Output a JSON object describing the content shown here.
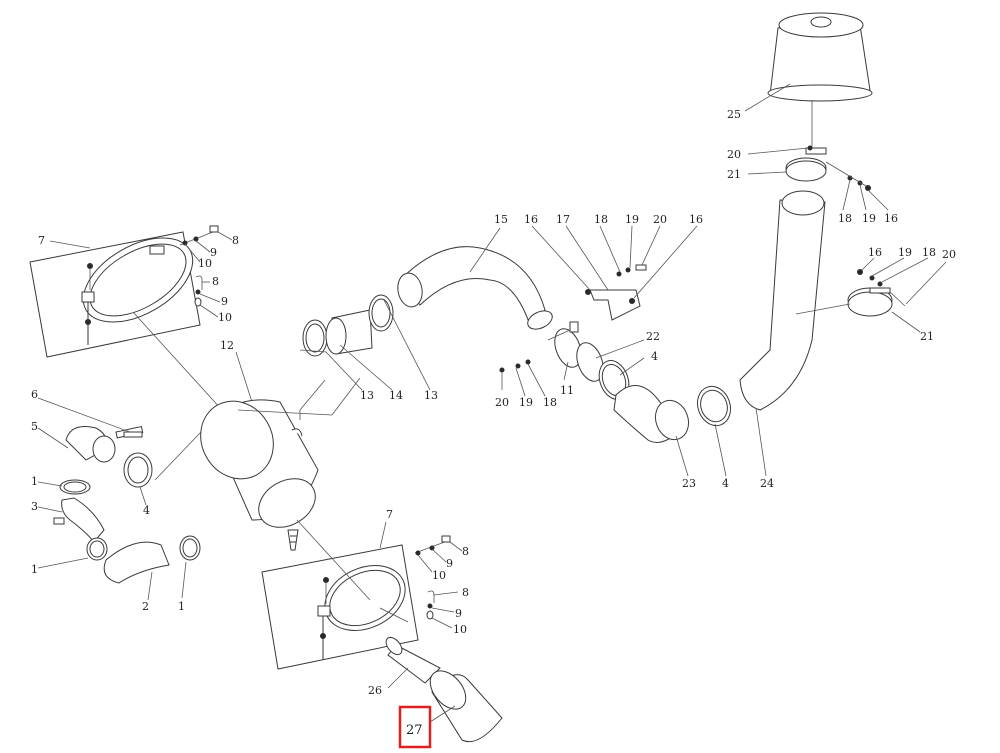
{
  "highlight": {
    "part": "27",
    "color": "#e02020"
  },
  "callouts": [
    {
      "id": "c-7a",
      "text": "7"
    },
    {
      "id": "c-8a",
      "text": "8"
    },
    {
      "id": "c-9a",
      "text": "9"
    },
    {
      "id": "c-10a",
      "text": "10"
    },
    {
      "id": "c-8b",
      "text": "8"
    },
    {
      "id": "c-9b",
      "text": "9"
    },
    {
      "id": "c-10b",
      "text": "10"
    },
    {
      "id": "c-12",
      "text": "12"
    },
    {
      "id": "c-6",
      "text": "6"
    },
    {
      "id": "c-5",
      "text": "5"
    },
    {
      "id": "c-1a",
      "text": "1"
    },
    {
      "id": "c-4a",
      "text": "4"
    },
    {
      "id": "c-3",
      "text": "3"
    },
    {
      "id": "c-1b",
      "text": "1"
    },
    {
      "id": "c-2",
      "text": "2"
    },
    {
      "id": "c-1c",
      "text": "1"
    },
    {
      "id": "c-7b",
      "text": "7"
    },
    {
      "id": "c-8c",
      "text": "8"
    },
    {
      "id": "c-9c",
      "text": "9"
    },
    {
      "id": "c-10c",
      "text": "10"
    },
    {
      "id": "c-8d",
      "text": "8"
    },
    {
      "id": "c-9d",
      "text": "9"
    },
    {
      "id": "c-10d",
      "text": "10"
    },
    {
      "id": "c-26",
      "text": "26"
    },
    {
      "id": "c-27",
      "text": "27"
    },
    {
      "id": "c-13a",
      "text": "13"
    },
    {
      "id": "c-14",
      "text": "14"
    },
    {
      "id": "c-13b",
      "text": "13"
    },
    {
      "id": "c-15",
      "text": "15"
    },
    {
      "id": "c-16a",
      "text": "16"
    },
    {
      "id": "c-17",
      "text": "17"
    },
    {
      "id": "c-18a",
      "text": "18"
    },
    {
      "id": "c-19a",
      "text": "19"
    },
    {
      "id": "c-20a",
      "text": "20"
    },
    {
      "id": "c-16b",
      "text": "16"
    },
    {
      "id": "c-22",
      "text": "22"
    },
    {
      "id": "c-4b",
      "text": "4"
    },
    {
      "id": "c-20b",
      "text": "20"
    },
    {
      "id": "c-19b",
      "text": "19"
    },
    {
      "id": "c-18b",
      "text": "18"
    },
    {
      "id": "c-11",
      "text": "11"
    },
    {
      "id": "c-23",
      "text": "23"
    },
    {
      "id": "c-4c",
      "text": "4"
    },
    {
      "id": "c-24",
      "text": "24"
    },
    {
      "id": "c-25",
      "text": "25"
    },
    {
      "id": "c-20c",
      "text": "20"
    },
    {
      "id": "c-21a",
      "text": "21"
    },
    {
      "id": "c-18c",
      "text": "18"
    },
    {
      "id": "c-19c",
      "text": "19"
    },
    {
      "id": "c-16c",
      "text": "16"
    },
    {
      "id": "c-16d",
      "text": "16"
    },
    {
      "id": "c-19d",
      "text": "19"
    },
    {
      "id": "c-18d",
      "text": "18"
    },
    {
      "id": "c-20d",
      "text": "20"
    },
    {
      "id": "c-21b",
      "text": "21"
    }
  ]
}
